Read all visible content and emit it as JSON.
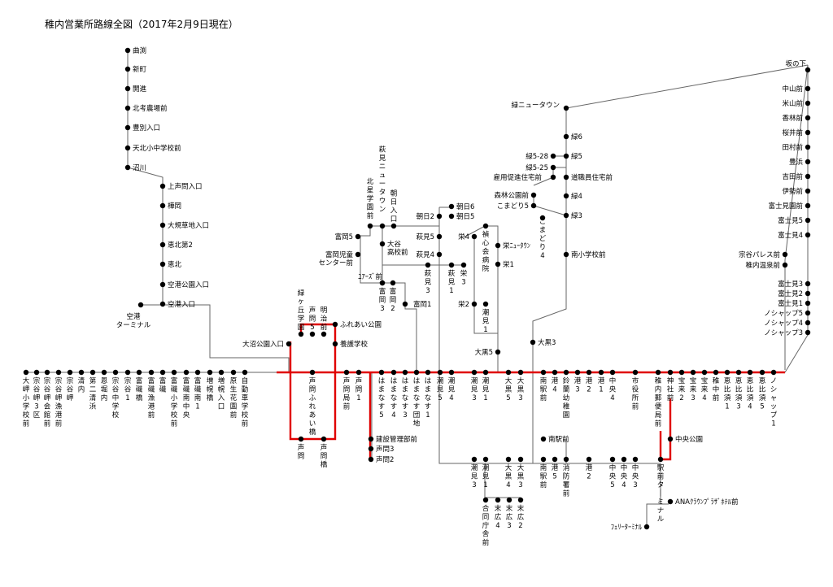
{
  "title": "稚内営業所路線全図（2017年2月9日現在）",
  "colors": {
    "line": "#666666",
    "highlight": "#e00000",
    "stop": "#000000"
  },
  "stops": {
    "kyokufuchi": "曲渕",
    "shinmachi": "新町",
    "kaishin": "開進",
    "hokusho": "北考農場前",
    "toyobetsu": "豊別入口",
    "tenpoku_school": "天北小中学校前",
    "numakawa": "沼川",
    "kamikoetoi": "上声問入口",
    "shoutoka": "樺岡",
    "okbokuchi": "大規草地入口",
    "keihoku2": "恵北第2",
    "keihoku": "恵北",
    "airport_park": "空港公園入口",
    "airport_iri": "空港入口",
    "airport_terminal": "空港\nターミナル",
    "onuma_park": "大沼公園入口",
    "midorigaoka": "緑\nヶ\n丘\n学\n園",
    "koetoi5": "声\n問\n5",
    "meiji": "明\n治\n前",
    "fureai_park": "ふれあい公園",
    "yogo": "養護学校",
    "fureaibashi": "声\n問\nふ\nれ\nあ\nい\n橋",
    "koetoi_e": "声\n問",
    "koetoibashi": "声\n問\n橋",
    "koetoi_kyoku": "声\n問\n局\n前",
    "koetoi1": "声\n問\n1",
    "kensetsu": "建設管理部前",
    "koetoi3": "声問3",
    "koetoi2": "声問2",
    "hamanasu5": "は\nま\nな\nす\n5",
    "hamanasu4": "は\nま\nな\nす\n4",
    "hamanasu3": "は\nま\nな\nす\n3",
    "hamanasu_danchi": "は\nま\nな\nす\n団\n地",
    "hamanasu1": "は\nま\nな\nす\n1",
    "shiomi5": "潮\n見\n5",
    "shiomi4": "潮\n見\n4",
    "shiomi3": "潮\n見\n3",
    "shiomi1": "潮\n見\n1",
    "daikoku5": "大\n黒\n5",
    "daikoku3": "大\n黒\n3",
    "minami_eki": "南\n駅\n前",
    "minato4": "港\n4",
    "suzuran": "鈴\n蘭\n幼\n稚\n園",
    "minato3": "港\n3",
    "minato2": "港\n2",
    "minato1": "港\n1",
    "chuo4": "中\n央\n4",
    "shiyakusho": "市\n役\n所\n前",
    "post_office": "稚\n内\n郵\n便\n局\n前",
    "jinja": "神\n社\n前",
    "takara2": "宝\n来\n2",
    "takara3": "宝\n来\n3",
    "takara4": "宝\n来\n4",
    "wakkanai_naka": "稚\n中\n前",
    "ebisu1": "恵\n比\n須\n1",
    "ebisu3": "恵\n比\n須\n3",
    "ebisu4": "恵\n比\n須\n4",
    "ebisu5": "恵\n比\n須\n5",
    "noshappu1": "ノ\nシ\nャ\nッ\nプ\n1",
    "chuo_park": "中央公園",
    "w_osaki": "大\n岬\n小\n学\n校\n前",
    "w_soya3": "宗\n谷\n岬\n3\n区",
    "w_soya_kaikan": "宗\n谷\n岬\n会\n館\n前",
    "w_soya_gyoko": "宗\n谷\n岬\n漁\n港\n前",
    "w_soya_misaki": "宗\n谷\n岬",
    "w_sekinai": "清\n内",
    "w_daini_kiyohama": "第\n二\n清\n浜",
    "w_onkono": "恩\n堀\n内",
    "w_soya_chugaku": "宗\n谷\n中\n学\n校",
    "w_soya1": "宗\n谷\n1",
    "w_tomiiso": "富\n磯\n橋",
    "w_tomiiso_gyoko": "富\n磯\n漁\n港\n前",
    "w_tomiiso_s": "富\n磯",
    "w_tomiiso_school": "富\n磯\n小\n学\n校\n前",
    "w_tomiiso_chuo": "富\n磯\n南\n中\n央",
    "w_tomiiso_minami1": "富\n磯\n南\n1",
    "w_masuhoro": "増\n幌\n橋",
    "w_masuhoro_iri": "増\n幌\n入\n口",
    "w_genseikaen": "原\n生\n花\n園\n前",
    "w_jidosha": "自\n動\n車\n学\n校\n前",
    "sakanoshita": "坂の下",
    "nakayama": "中山前",
    "yoneyama": "米山前",
    "kourin": "香林前",
    "sakurai": "桜井前",
    "tamura": "田村前",
    "toyohama": "豊浜",
    "yoshida": "吉田前",
    "isezaki": "伊勢前",
    "fujimi_mae": "富士見園前",
    "fujimi5": "富士見5",
    "fujimi4": "富士見4",
    "soya_palace": "宗谷パレス前",
    "wakkanai_onsen": "稚内温泉前",
    "fujimi3": "富士見3",
    "fujimi2": "富士見2",
    "fujimi1": "富士見1",
    "noshappu5": "ノシャップ5",
    "noshappu4": "ノシャップ4",
    "noshappu3": "ノシャップ3",
    "midori_nt": "緑ニュータウン",
    "midori6": "緑6",
    "midori5": "緑5",
    "midori528": "緑5-28",
    "midori525": "緑5-25",
    "koyo": "雇用促進住宅前",
    "shokuin": "道職員住宅前",
    "shinrin_park": "森林公園前",
    "komadori5": "こまどり5",
    "komadori4": "こ\nま\nど\nり\n4",
    "midori4": "緑4",
    "midori3": "緑3",
    "minami_school": "南小学校前",
    "daikoku3_b": "大黒3",
    "asahi6": "朝日6",
    "asahi5": "朝日5",
    "asahi2": "朝日2",
    "hagimi_nt": "萩\n見\nニ\nュ\nー\nタ\nウ\nン",
    "hokusei": "北\n星\n学\n園\n前",
    "asahi_iri": "朝\n日\n入\n口",
    "tomioka5": "富岡5",
    "hagimi5": "萩見5",
    "sakae4": "栄4",
    "seishinkai": "禎\n心\n会\n病\n院",
    "sakae_nt": "栄ﾆｭｰﾀｳﾝ",
    "tomioka_jido": "富岡児童\nセンター前",
    "otani": "大谷\n高校前",
    "hagimi4": "萩見4",
    "sakae1": "栄1",
    "uars": "ﾕｱｰｽﾞ前",
    "tomioka3": "富\n岡\n3",
    "tomioka2": "富\n岡\n2",
    "hagimi3": "萩\n見\n3",
    "hagimi1": "萩\n見\n1",
    "sakae3": "栄\n3",
    "sakae2": "栄2",
    "shiomi1_b": "潮\n見\n1",
    "tomioka1": "富岡1",
    "daikoku5_b": "大黒5",
    "minami_eki_b": "南駅前",
    "s_shiomi3": "潮\n見\n3",
    "s_shiomi1": "潮\n見\n1",
    "s_daikoku4": "大\n黒\n4",
    "s_daikoku3": "大\n黒\n3",
    "s_minami_eki": "南\n駅\n前",
    "s_minato5": "港\n5",
    "s_shobo": "消\n防\n署\n前",
    "s_minato2": "港\n2",
    "s_chuo5": "中\n央\n5",
    "s_chuo4": "中\n央\n4",
    "s_chuo3": "中\n央\n3",
    "ekimae_terminal": "駅\n前\nタ\n｜\nミ\nナ\nル",
    "godo_chosha": "合\n同\n庁\n舎\n前",
    "suehiro4": "末\n広\n4",
    "suehiro3": "末\n広\n3",
    "suehiro2": "末\n広\n2",
    "ana_hotel": "ANAｸﾗｳﾝﾌﾟﾗｻﾞﾎﾃﾙ前",
    "ferry": "ﾌｪﾘｰﾀｰﾐﾅﾙ"
  }
}
